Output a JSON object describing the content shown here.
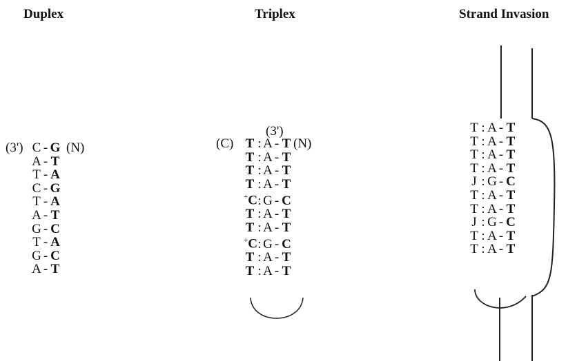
{
  "duplex": {
    "title": "Duplex",
    "prefix": "(3')",
    "suffix": "(N)",
    "pairs": [
      [
        "C",
        "G"
      ],
      [
        "A",
        "T"
      ],
      [
        "T",
        "A"
      ],
      [
        "C",
        "G"
      ],
      [
        "T",
        "A"
      ],
      [
        "A",
        "T"
      ],
      [
        "G",
        "C"
      ],
      [
        "T",
        "A"
      ],
      [
        "G",
        "C"
      ],
      [
        "A",
        "T"
      ]
    ]
  },
  "triplex": {
    "title": "Triplex",
    "top_label": "(3')",
    "prefix": "(C)",
    "suffix": "(N)",
    "rows": [
      [
        "T",
        "A",
        "T"
      ],
      [
        "T",
        "A",
        "T"
      ],
      [
        "T",
        "A",
        "T"
      ],
      [
        "T",
        "A",
        "T"
      ],
      [
        "+C",
        "G",
        "C"
      ],
      [
        "T",
        "A",
        "T"
      ],
      [
        "T",
        "A",
        "T"
      ],
      [
        "+C",
        "G",
        "C"
      ],
      [
        "T",
        "A",
        "T"
      ],
      [
        "T",
        "A",
        "T"
      ]
    ]
  },
  "strand_invasion": {
    "title": "Strand Invasion",
    "rows": [
      [
        "T",
        "A",
        "T"
      ],
      [
        "T",
        "A",
        "T"
      ],
      [
        "T",
        "A",
        "T"
      ],
      [
        "T",
        "A",
        "T"
      ],
      [
        "J",
        "G",
        "C"
      ],
      [
        "T",
        "A",
        "T"
      ],
      [
        "T",
        "A",
        "T"
      ],
      [
        "J",
        "G",
        "C"
      ],
      [
        "T",
        "A",
        "T"
      ],
      [
        "T",
        "A",
        "T"
      ]
    ]
  }
}
